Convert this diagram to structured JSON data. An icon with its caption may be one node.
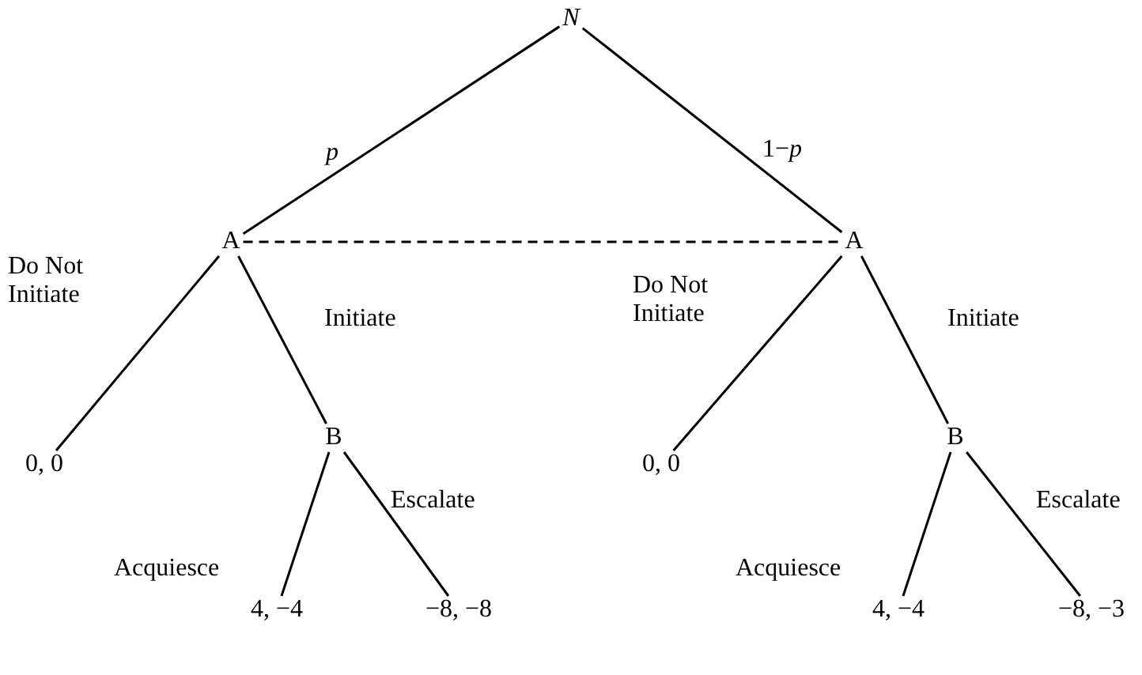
{
  "diagram": {
    "nodes": [
      {
        "text": [
          "N"
        ]
      },
      {
        "text": [
          "A"
        ]
      },
      {
        "text": [
          "A"
        ]
      },
      {
        "text": [
          "0, 0"
        ]
      },
      {
        "text": [
          "B"
        ]
      },
      {
        "text": [
          "0, 0"
        ]
      },
      {
        "text": [
          "B"
        ]
      },
      {
        "text": [
          "4, −4"
        ]
      },
      {
        "text": [
          "−8, −8"
        ]
      },
      {
        "text": [
          "4, −4"
        ]
      },
      {
        "text": [
          "−8, −3"
        ]
      }
    ],
    "edges": [
      {
        "from": 0,
        "to": 1,
        "arrow": "none",
        "label": "p"
      },
      {
        "from": 0,
        "to": 2,
        "arrow": "none",
        "label": "1−*p*"
      },
      {
        "from": 1,
        "to": 2,
        "arrow": "none",
        "style": "dashed"
      },
      {
        "from": 1,
        "to": 3,
        "arrow": "none",
        "label": "Do Not Initiate"
      },
      {
        "from": 1,
        "to": 4,
        "arrow": "none",
        "label": "Initiate"
      },
      {
        "from": 4,
        "to": 7,
        "arrow": "none",
        "label": "Acquiesce"
      },
      {
        "from": 4,
        "to": 8,
        "arrow": "none",
        "label": "Escalate"
      },
      {
        "from": 2,
        "to": 5,
        "arrow": "none",
        "label": "Do Not Initiate"
      },
      {
        "from": 2,
        "to": 6,
        "arrow": "none",
        "label": "Initiate"
      },
      {
        "from": 6,
        "to": 9,
        "arrow": "none",
        "label": "Acquiesce"
      },
      {
        "from": 6,
        "to": 10,
        "arrow": "none",
        "label": "Escalate"
      }
    ]
  }
}
